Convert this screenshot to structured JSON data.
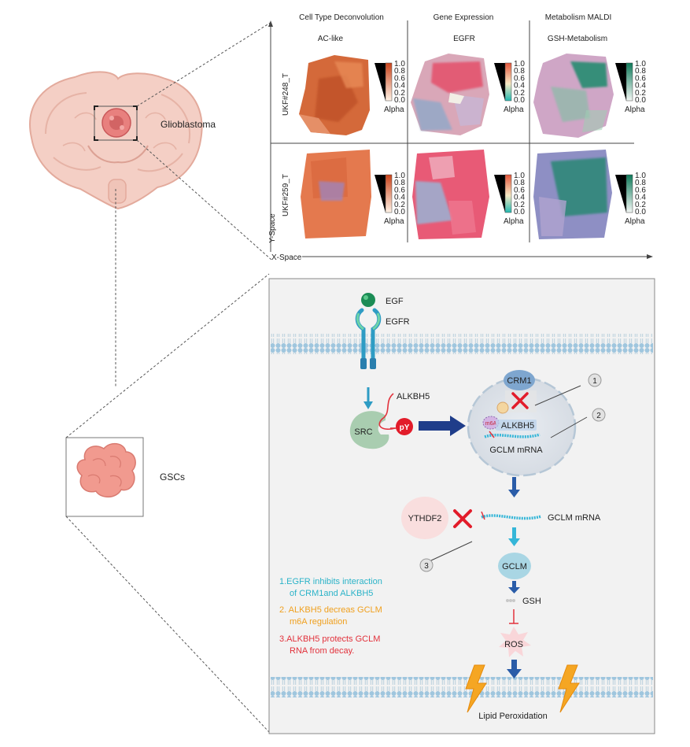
{
  "brain_label": "Glioblastoma",
  "gsc_label": "GSCs",
  "panel": {
    "col_headers": [
      "Cell Type Deconvolution",
      "Gene Expression",
      "Metabolism MALDI"
    ],
    "sub_headers": [
      "AC-like",
      "EGFR",
      "GSH-Metabolism"
    ],
    "row_labels": [
      "UKF#248_T",
      "UKF#259_T"
    ],
    "y_axis": "Y-Space",
    "x_axis": "X-Space",
    "legend": {
      "ticks": [
        "1.0",
        "0.8",
        "0.6",
        "0.4",
        "0.2",
        "0.0"
      ],
      "alpha_label": "Alpha"
    }
  },
  "pathway": {
    "egf": "EGF",
    "egfr": "EGFR",
    "src": "SRC",
    "py": "pY",
    "alkbh5_top": "ALKBH5",
    "crm1": "CRM1",
    "m6a": "m6A",
    "alkbh5_nuc": "ALKBH5",
    "gclm_mrna_nuc": "GCLM mRNA",
    "ythdf2": "YTHDF2",
    "gclm_mrna_cyto": "GCLM mRNA",
    "gclm": "GCLM",
    "gsh": "GSH",
    "ros": "ROS",
    "lipid": "Lipid Peroxidation",
    "callouts": [
      "1",
      "2",
      "3"
    ],
    "notes": [
      {
        "line1": "1.EGFR inhibits interaction",
        "line2": "of CRM1and ALKBH5",
        "color": "#2bb3c8"
      },
      {
        "line1": "2. ALKBH5 decreas GCLM",
        "line2": "m6A regulation",
        "color": "#f0a01e"
      },
      {
        "line1": "3.ALKBH5 protects GCLM",
        "line2": "RNA from decay.",
        "color": "#e2323c"
      }
    ]
  }
}
